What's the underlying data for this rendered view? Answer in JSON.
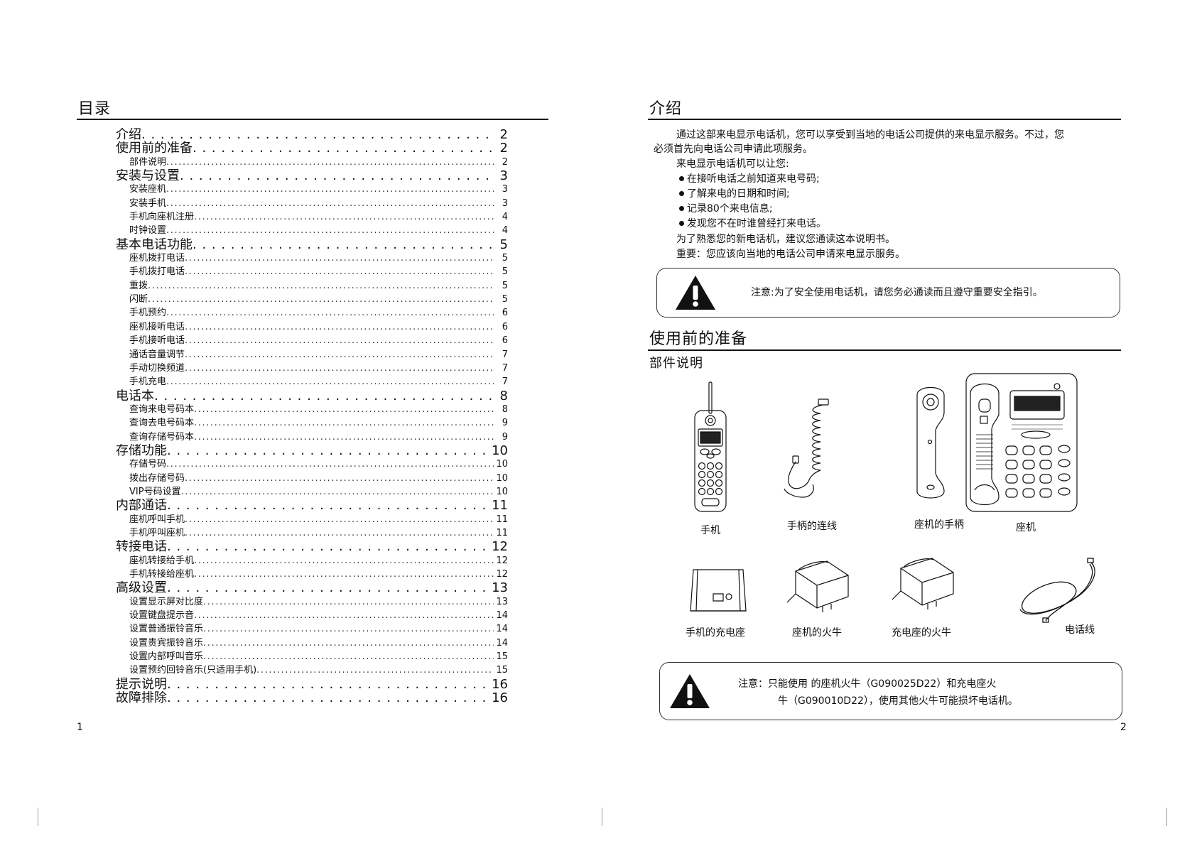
{
  "left_page": {
    "title": "目录",
    "page_number": "1",
    "toc": [
      {
        "level": 1,
        "title": "介绍",
        "page": "2"
      },
      {
        "level": 1,
        "title": "使用前的准备",
        "page": "2"
      },
      {
        "level": 2,
        "title": "部件说明",
        "page": "2"
      },
      {
        "level": 1,
        "title": "安装与设置",
        "page": "3"
      },
      {
        "level": 2,
        "title": "安装座机",
        "page": "3"
      },
      {
        "level": 2,
        "title": "安装手机",
        "page": "3"
      },
      {
        "level": 2,
        "title": "手机向座机注册",
        "page": "4"
      },
      {
        "level": 2,
        "title": "时钟设置",
        "page": "4"
      },
      {
        "level": 1,
        "title": "基本电话功能",
        "page": "5"
      },
      {
        "level": 2,
        "title": "座机拨打电话",
        "page": "5"
      },
      {
        "level": 2,
        "title": "手机拨打电话",
        "page": "5"
      },
      {
        "level": 2,
        "title": "重拨",
        "page": "5"
      },
      {
        "level": 2,
        "title": "闪断",
        "page": "5"
      },
      {
        "level": 2,
        "title": "手机预约",
        "page": "6"
      },
      {
        "level": 2,
        "title": "座机接听电话",
        "page": "6"
      },
      {
        "level": 2,
        "title": "手机接听电话",
        "page": "6"
      },
      {
        "level": 2,
        "title": "通话音量调节",
        "page": "7"
      },
      {
        "level": 2,
        "title": "手动切换频道",
        "page": "7"
      },
      {
        "level": 2,
        "title": "手机充电",
        "page": "7"
      },
      {
        "level": 1,
        "title": "电话本",
        "page": "8"
      },
      {
        "level": 2,
        "title": "查询来电号码本",
        "page": "8"
      },
      {
        "level": 2,
        "title": "查询去电号码本",
        "page": "9"
      },
      {
        "level": 2,
        "title": "查询存储号码本",
        "page": "9"
      },
      {
        "level": 1,
        "title": "存储功能",
        "page": "10"
      },
      {
        "level": 2,
        "title": "存储号码",
        "page": "10"
      },
      {
        "level": 2,
        "title": "拨出存储号码",
        "page": "10"
      },
      {
        "level": 2,
        "title": "VIP号码设置",
        "page": "10"
      },
      {
        "level": 1,
        "title": "内部通话",
        "page": "11"
      },
      {
        "level": 2,
        "title": "座机呼叫手机",
        "page": "11"
      },
      {
        "level": 2,
        "title": "手机呼叫座机",
        "page": "11"
      },
      {
        "level": 1,
        "title": "转接电话",
        "page": "12"
      },
      {
        "level": 2,
        "title": "座机转接给手机",
        "page": "12"
      },
      {
        "level": 2,
        "title": "手机转接给座机",
        "page": "12"
      },
      {
        "level": 1,
        "title": "高级设置",
        "page": "13"
      },
      {
        "level": 2,
        "title": "设置显示屏对比度",
        "page": "13"
      },
      {
        "level": 2,
        "title": "设置键盘提示音",
        "page": "14"
      },
      {
        "level": 2,
        "title": "设置普通振铃音乐",
        "page": "14"
      },
      {
        "level": 2,
        "title": "设置贵宾振铃音乐",
        "page": "14"
      },
      {
        "level": 2,
        "title": "设置内部呼叫音乐",
        "page": "15"
      },
      {
        "level": 2,
        "title": "设置预约回铃音乐(只适用手机)",
        "page": "15"
      },
      {
        "level": 1,
        "title": "提示说明",
        "page": "16"
      },
      {
        "level": 1,
        "title": "故障排除",
        "page": "16"
      }
    ]
  },
  "right_page": {
    "intro_title": "介绍",
    "intro_p1_line1": "通过这部来电显示电话机，您可以享受到当地的电话公司提供的来电显示服务。不过，您",
    "intro_p1_line2": "必须首先向电话公司申请此项服务。",
    "intro_p2": "来电显示电话机可以让您:",
    "bullets": [
      "在接听电话之前知道来电号码;",
      "了解来电的日期和时间;",
      "记录80个来电信息;",
      "发现您不在时谁曾经打来电话。"
    ],
    "intro_p3": "为了熟悉您的新电话机，建议您通读这本说明书。",
    "intro_p4": "重要：您应该向当地的电话公司申请来电显示服务。",
    "notice1": "注意:为了安全使用电话机，请您务必通读而且遵守重要安全指引。",
    "prep_title": "使用前的准备",
    "parts_subtitle": "部件说明",
    "parts": {
      "handset": "手机",
      "cord": "手柄的连线",
      "base_handset": "座机的手柄",
      "base": "座机",
      "charger": "手机的充电座",
      "base_adapter": "座机的火牛",
      "charger_adapter": "充电座的火牛",
      "phone_line": "电话线"
    },
    "notice2_line1": "注意：只能使用              的座机火牛（G090025D22）和充电座火",
    "notice2_line2": "牛（G090010D22），使用其他火牛可能损坏电话机。",
    "page_number": "2"
  }
}
